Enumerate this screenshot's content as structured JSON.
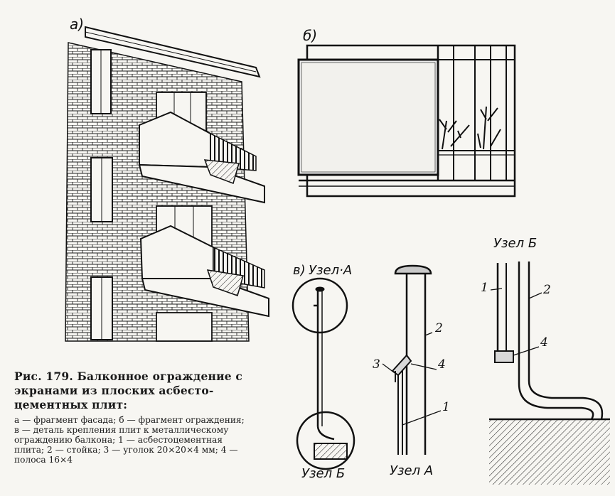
{
  "labels": {
    "a": "а)",
    "b": "б)",
    "v": "в)",
    "node_a_top": "Узел·А",
    "node_b_top": "Узел Б",
    "node_b_bottom": "Узел Б",
    "node_a_bottom": "Узел А"
  },
  "numbers": {
    "n1": "1",
    "n2": "2",
    "n3": "3",
    "n4": "4"
  },
  "caption": {
    "title": "Рис. 179. Балконное ограждение с экранами из плоских асбесто-цементных плит:",
    "body": "а — фрагмент фасада; б — фрагмент ограждения; в — деталь крепления плит к металлическому ограждению балкона; 1 — асбестоцементная плита; 2 — стойка; 3 — уголок 20×20×4 мм; 4 — полоса 16×4"
  }
}
